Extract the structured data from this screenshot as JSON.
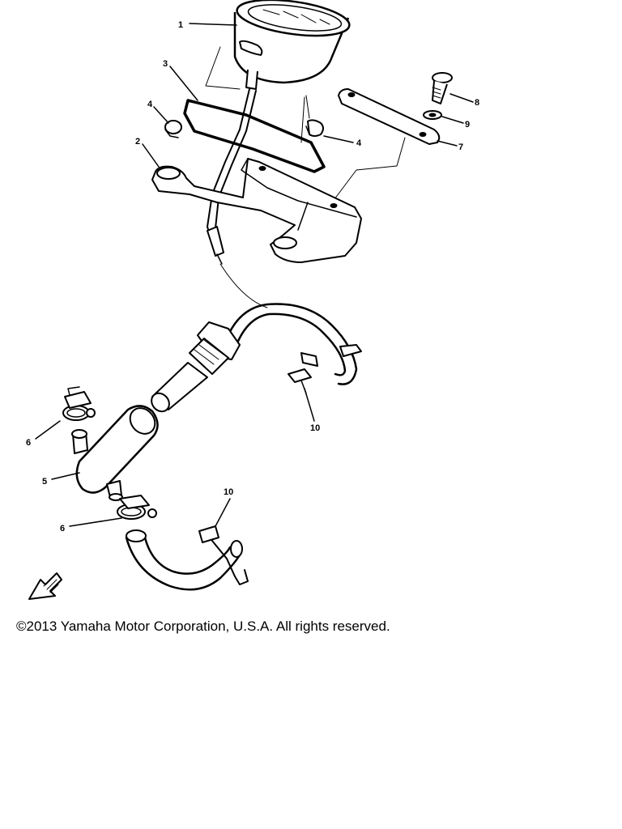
{
  "callouts": {
    "c1": "1",
    "c2": "2",
    "c3": "3",
    "c4a": "4",
    "c4b": "4",
    "c5": "5",
    "c6a": "6",
    "c6b": "6",
    "c7": "7",
    "c8": "8",
    "c9": "9",
    "c10a": "10",
    "c10b": "10"
  },
  "copyright": "©2013 Yamaha Motor Corporation, U.S.A. All rights reserved."
}
